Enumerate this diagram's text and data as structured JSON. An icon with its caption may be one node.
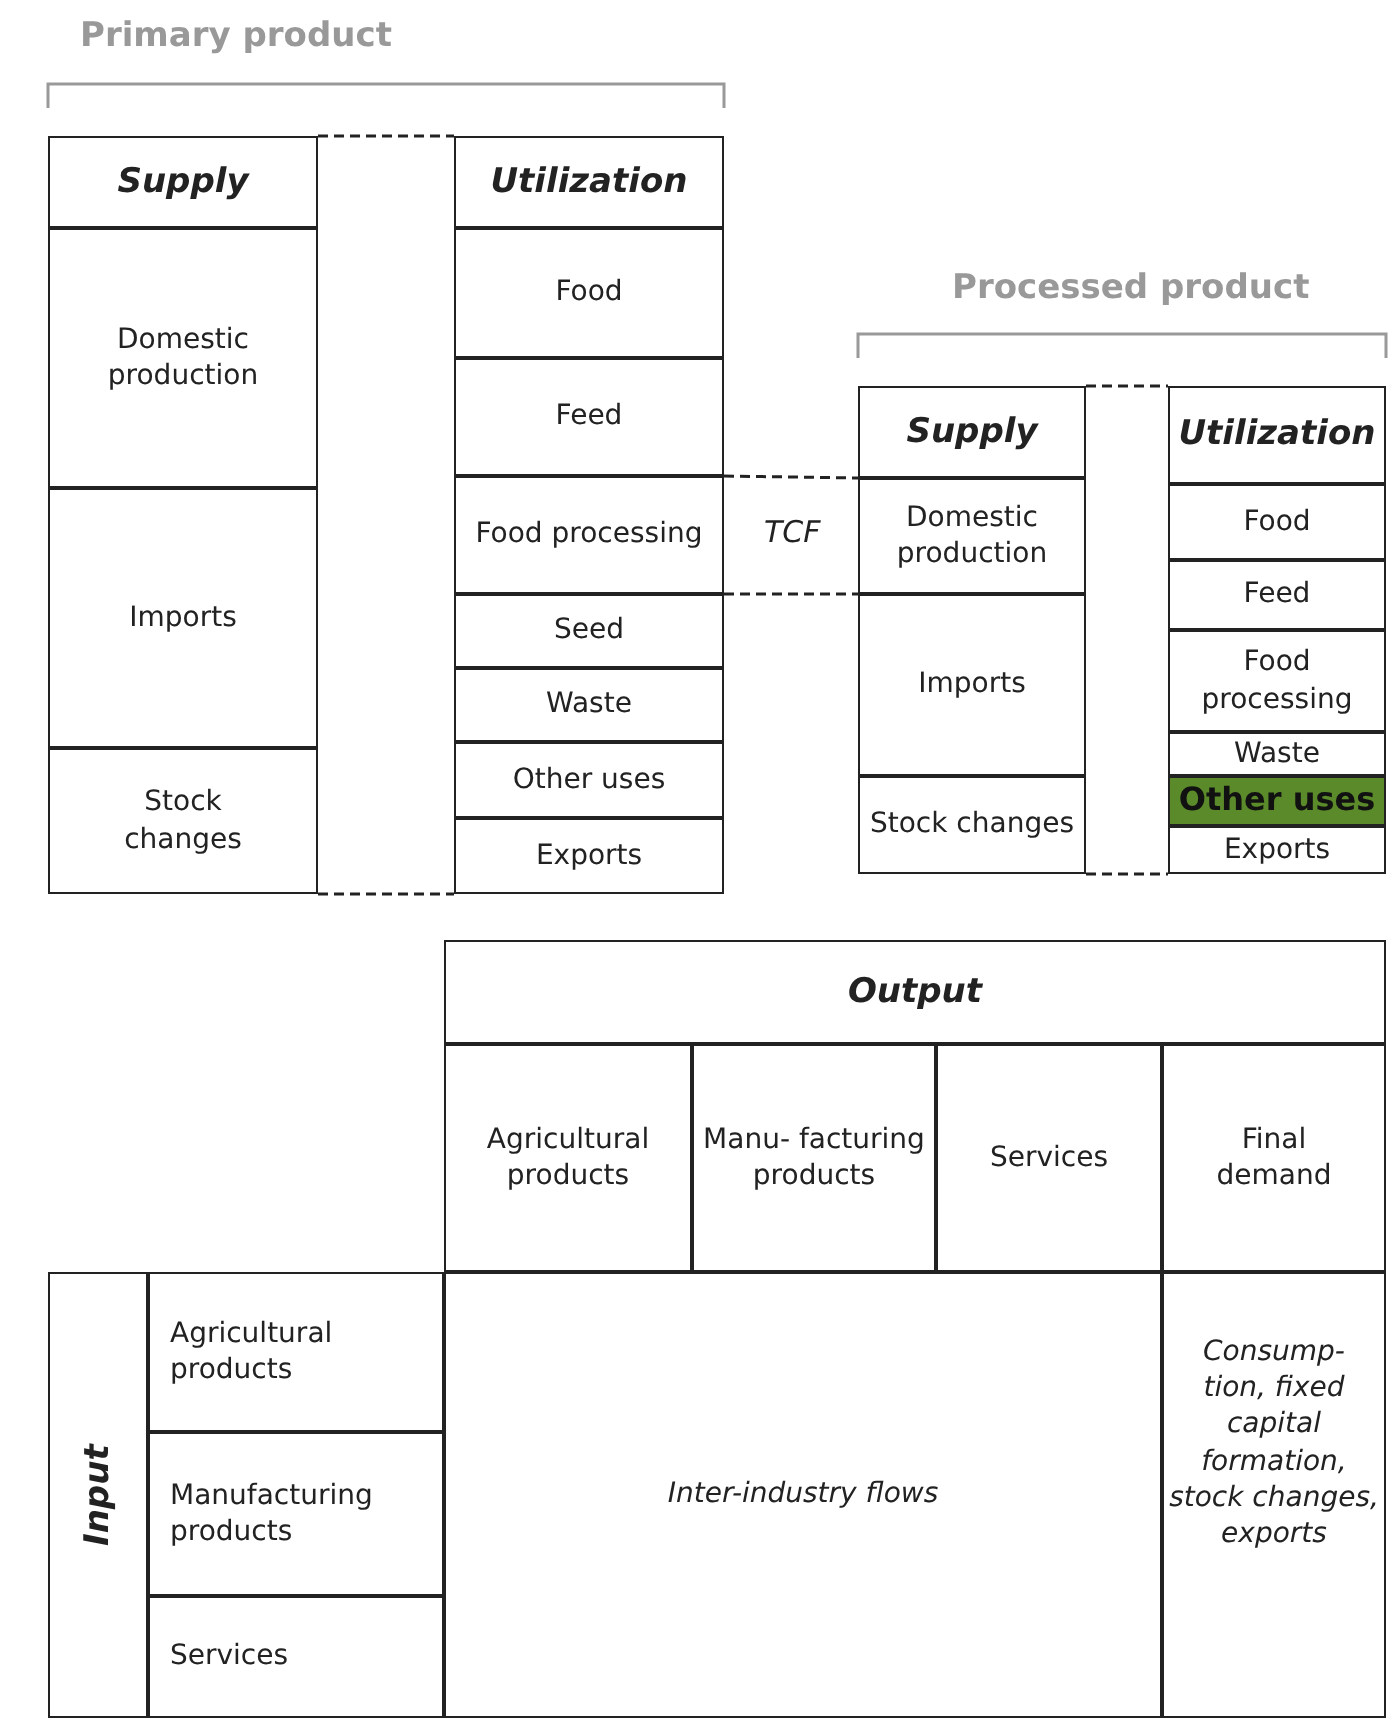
{
  "diagram": {
    "nodes": [
      {
        "text": [
          "Supply"
        ]
      },
      {
        "text": [
          "Domestic production"
        ]
      },
      {
        "text": [
          "Imports"
        ]
      },
      {
        "text": [
          "Stock changes"
        ]
      },
      {
        "text": [
          "Utilization"
        ]
      },
      {
        "text": [
          "Food"
        ]
      },
      {
        "text": [
          "Feed"
        ]
      },
      {
        "text": [
          "Food processing"
        ]
      },
      {
        "text": [
          "Seed"
        ]
      },
      {
        "text": [
          "Waste"
        ]
      },
      {
        "text": [
          "Other uses"
        ]
      },
      {
        "text": [
          "Exports"
        ]
      },
      {
        "text": [
          "Supply"
        ]
      },
      {
        "text": [
          "Domestic production"
        ]
      },
      {
        "text": [
          "Imports"
        ]
      },
      {
        "text": [
          "Stock changes"
        ]
      },
      {
        "text": [
          "Utilization"
        ]
      },
      {
        "text": [
          "Food"
        ]
      },
      {
        "text": [
          "Feed"
        ]
      },
      {
        "text": [
          "Food processing"
        ]
      },
      {
        "text": [
          "Waste"
        ]
      },
      {
        "text": [
          "Other uses"
        ]
      },
      {
        "text": [
          "Exports"
        ]
      },
      {
        "text": [
          "Output"
        ]
      },
      {
        "text": [
          "Agricultural products"
        ]
      },
      {
        "text": [
          "Manu- facturing products"
        ]
      },
      {
        "text": [
          "Services"
        ]
      },
      {
        "text": [
          "Final demand"
        ]
      },
      {
        "text": [
          "Input"
        ]
      },
      {
        "text": [
          "Agricultural products"
        ]
      },
      {
        "text": [
          "Manufacturing products"
        ]
      },
      {
        "text": [
          "Services"
        ]
      },
      {
        "text": [
          "Inter-industry flows"
        ]
      },
      {
        "text": [
          "Consump- tion, fixed capital formation, stock changes, exports"
        ]
      }
    ],
    "edges": [
      {
        "from": 0,
        "to": 4,
        "arrow": "none",
        "style": "dashed"
      },
      {
        "from": 3,
        "to": 11,
        "arrow": "none",
        "style": "dashed"
      },
      {
        "from": 7,
        "to": 13,
        "arrow": "none",
        "style": "dashed",
        "label": "TCF"
      },
      {
        "from": 7,
        "to": 13,
        "arrow": "none",
        "style": "dashed"
      },
      {
        "from": 12,
        "to": 16,
        "arrow": "none",
        "style": "dashed"
      },
      {
        "from": 15,
        "to": 22,
        "arrow": "none",
        "style": "dashed"
      }
    ],
    "labels": [
      "Primary product",
      "Processed product"
    ]
  }
}
